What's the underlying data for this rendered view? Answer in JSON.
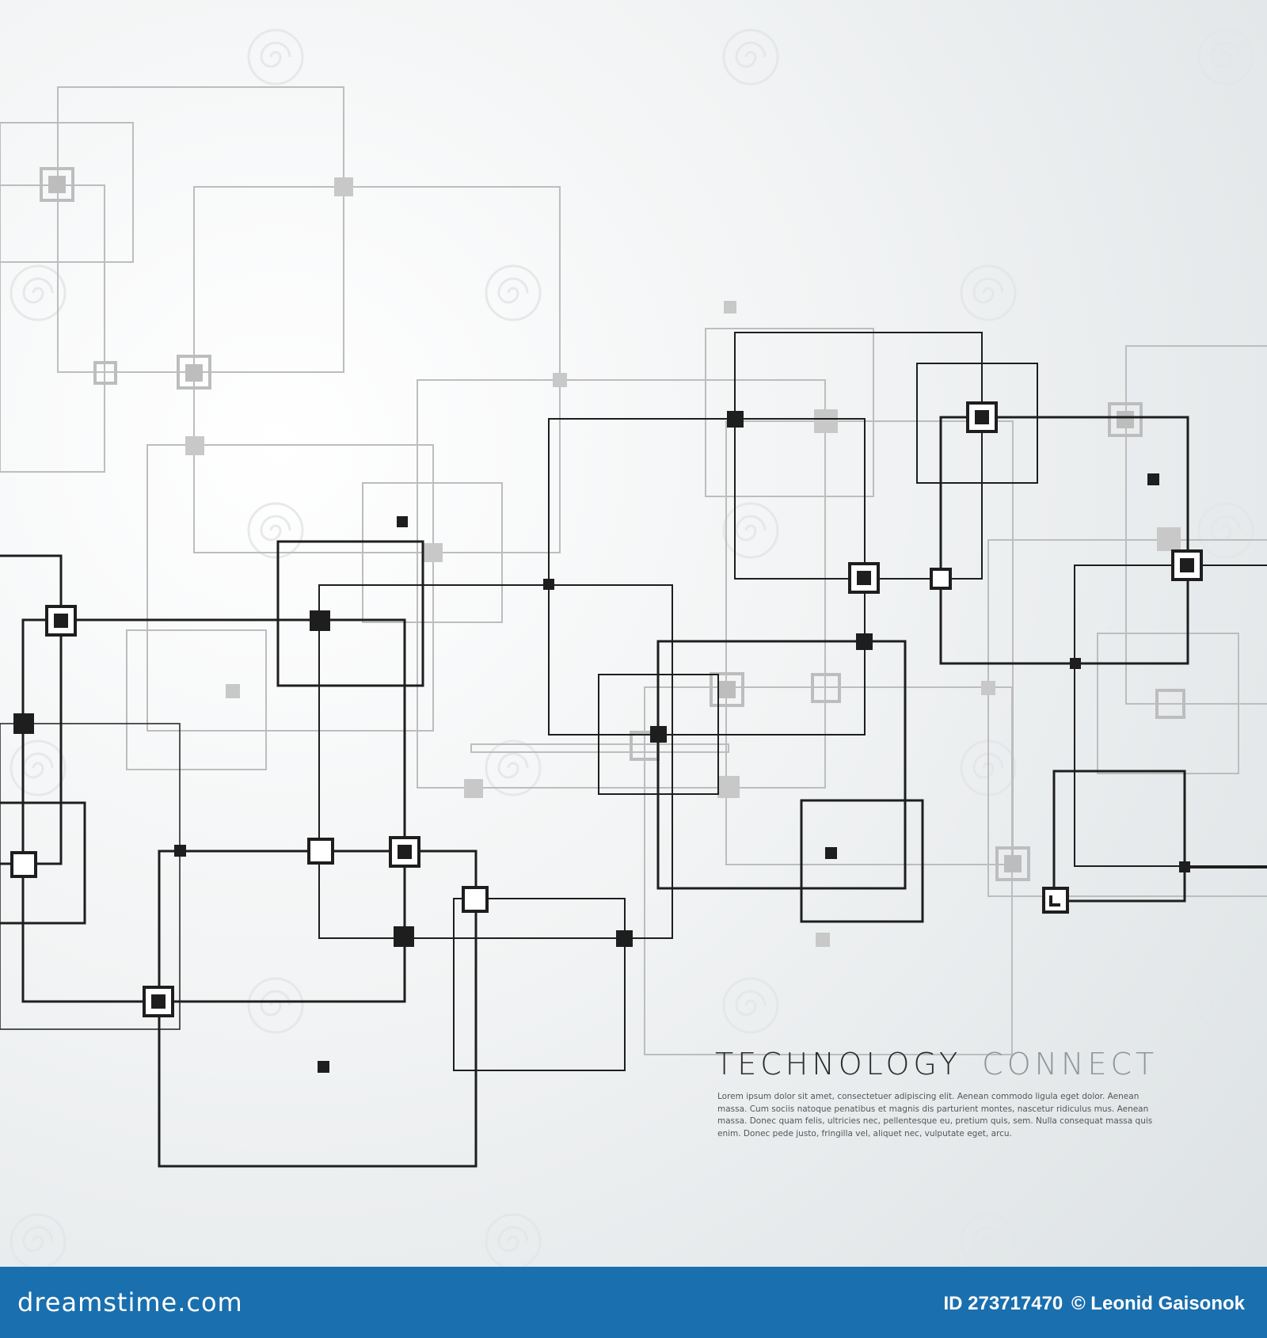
{
  "graphic": {
    "title_primary": "TECHNOLOGY",
    "title_secondary": "CONNECT",
    "body_text": "Lorem ipsum dolor sit amet, consectetuer adipiscing elit. Aenean commodo ligula eget dolor. Aenean massa. Cum sociis natoque penatibus et magnis dis parturient montes, nascetur ridiculus mus. Aenean massa. Donec quam felis, ultricies nec, pellentesque eu, pretium quis, sem. Nulla consequat massa quis enim. Donec pede justo, fringilla vel, aliquet nec, vulputate eget, arcu."
  },
  "watermark": {
    "brand": "dreamstime",
    "icon": "spiral-icon"
  },
  "footer": {
    "logo_text": "dreamstime.com",
    "image_id": "ID 273717470",
    "credit": "© Leonid Gaisonok"
  },
  "colors": {
    "dark_line": "#1e1e1e",
    "light_line": "#bdbdbd",
    "footer_bg": "#1a6fae"
  }
}
